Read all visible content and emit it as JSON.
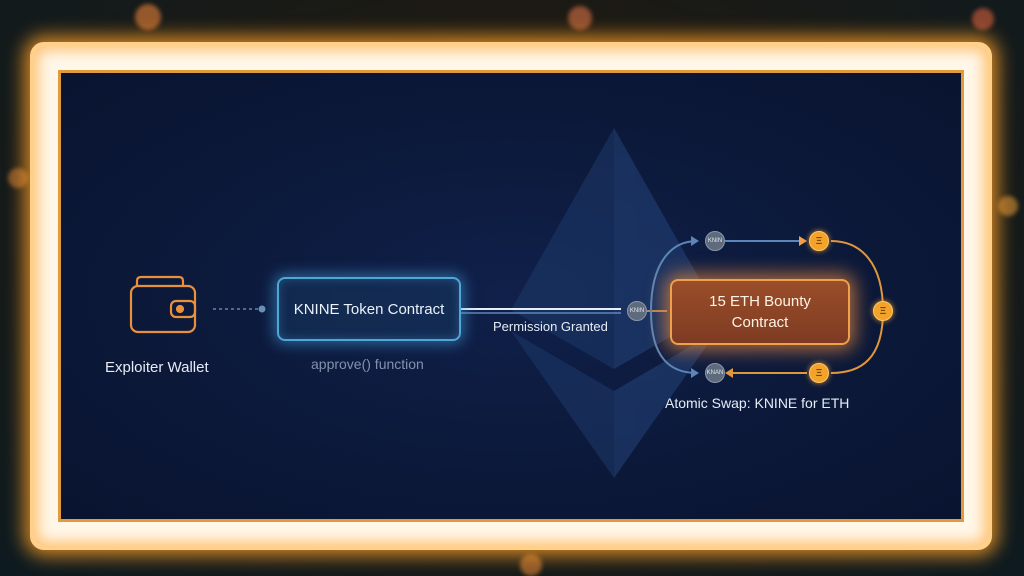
{
  "diagram": {
    "wallet_label": "Exploiter Wallet",
    "token_contract_label": "KNINE Token Contract",
    "approve_label": "approve() function",
    "permission_label": "Permission Granted",
    "bounty_contract_line1": "15 ETH Bounty",
    "bounty_contract_line2": "Contract",
    "swap_label": "Atomic Swap: KNINE for ETH",
    "token_coin_top": "KNIN",
    "token_coin_left": "KNIN",
    "token_coin_bottom": "KNAN",
    "eth_symbol": "Ξ"
  },
  "colors": {
    "frame_glow": "#ffa028",
    "panel_bg": "#0b1838",
    "token_accent": "#4fa7d8",
    "bounty_accent": "#f0a04a",
    "eth_coin": "#f3a22a",
    "flow_line": "#5c86b8"
  },
  "icons": {
    "wallet": "wallet-icon",
    "ethereum": "ethereum-logo",
    "coin_token": "knine-coin-icon",
    "coin_eth": "eth-coin-icon"
  }
}
